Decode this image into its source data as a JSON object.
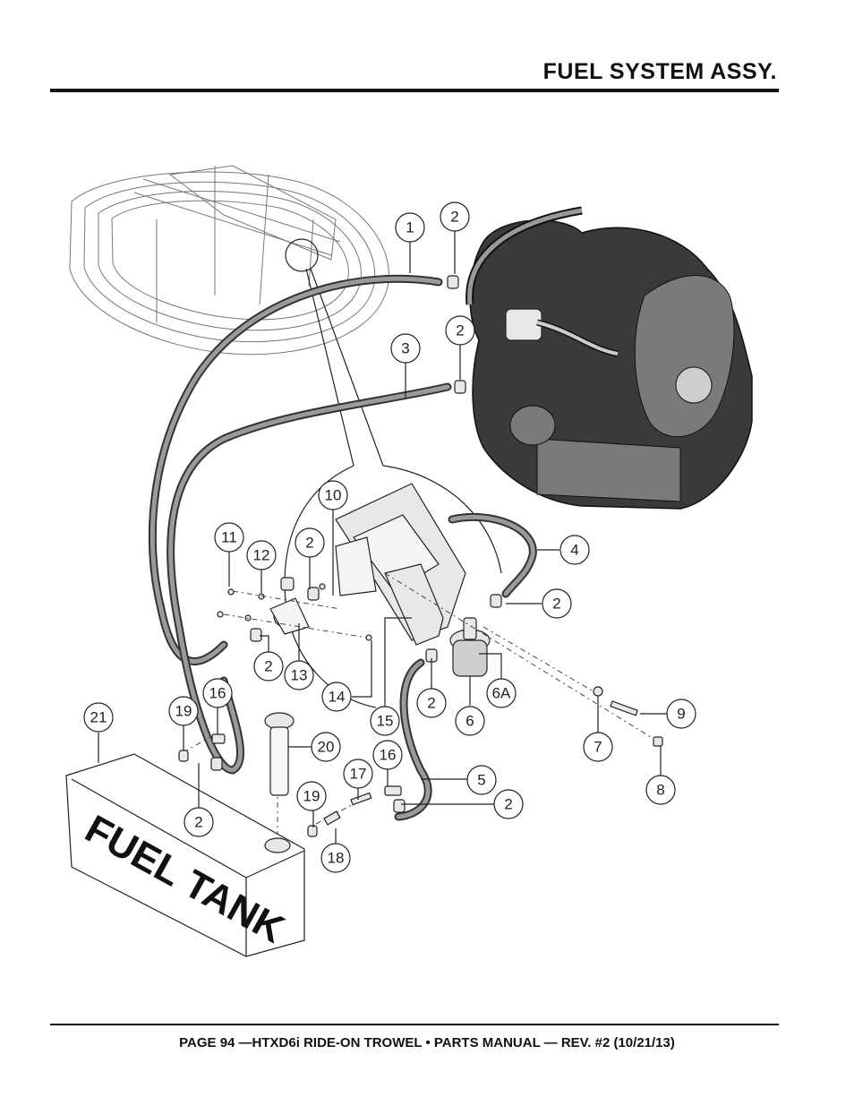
{
  "header": {
    "title": "FUEL SYSTEM ASSY."
  },
  "footer": {
    "text": "PAGE 94 —HTXD6i RIDE-ON TROWEL • PARTS MANUAL — REV. #2 (10/21/13)"
  },
  "diagram": {
    "tank_label": "FUEL TANK",
    "callouts": [
      "1",
      "2",
      "2",
      "3",
      "10",
      "2",
      "4",
      "11",
      "12",
      "2",
      "2",
      "13",
      "14",
      "2",
      "15",
      "6",
      "6A",
      "9",
      "7",
      "8",
      "21",
      "19",
      "16",
      "20",
      "17",
      "16",
      "5",
      "19",
      "2",
      "2",
      "18"
    ]
  }
}
